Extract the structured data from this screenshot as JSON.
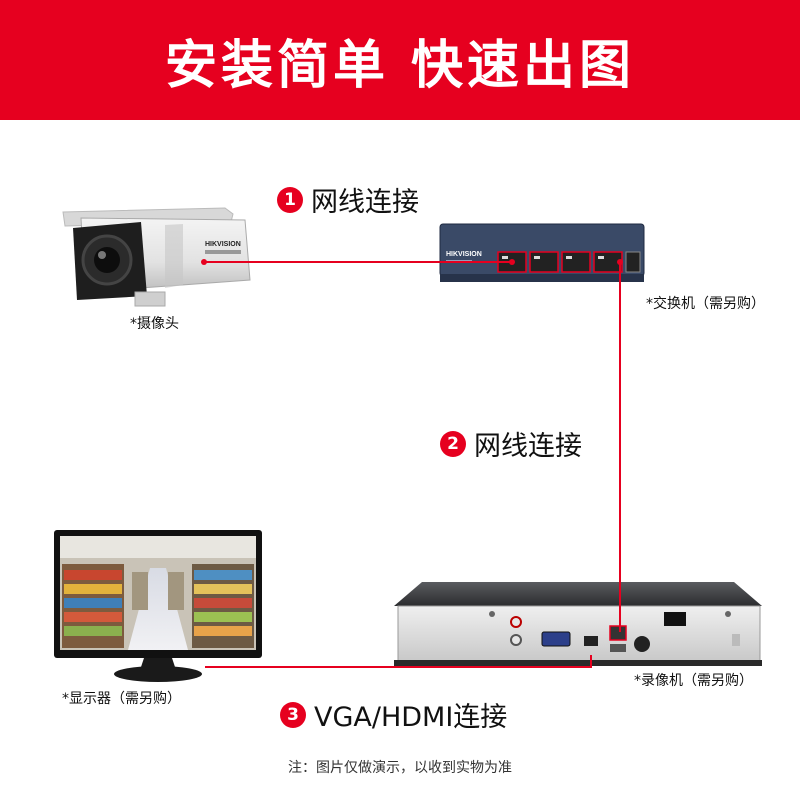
{
  "banner": {
    "title": "安装简单  快速出图"
  },
  "steps": [
    {
      "num": "1",
      "label": "网线连接"
    },
    {
      "num": "2",
      "label": "网线连接"
    },
    {
      "num": "3",
      "label": "VGA/HDMI连接"
    }
  ],
  "devices": {
    "camera": {
      "caption": "*摄像头",
      "brand": "HIKVISION"
    },
    "switch": {
      "caption": "*交换机（需另购）",
      "brand": "HIKVISION"
    },
    "nvr": {
      "caption": "*录像机（需另购）"
    },
    "monitor": {
      "caption": "*显示器（需另购）"
    }
  },
  "footer": {
    "note": "注：图片仅做演示，以收到实物为准"
  },
  "colors": {
    "accent": "#e6001f",
    "wire": "#e6001f"
  }
}
